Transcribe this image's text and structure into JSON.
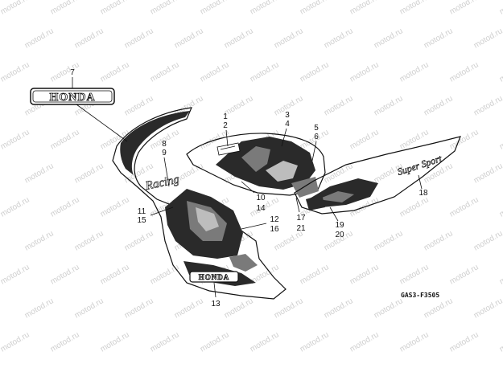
{
  "watermark": "motod.ru",
  "logo_top_text": "HONDA",
  "logo_bottom_text": "HONDA",
  "script_front": "Racing",
  "script_tail": "Super Sport",
  "diagram_code": "GAS3-F3505",
  "callouts": {
    "n1": "1",
    "n2": "2",
    "n3": "3",
    "n4": "4",
    "n5": "5",
    "n6": "6",
    "n7": "7",
    "n8": "8",
    "n9": "9",
    "n10": "10",
    "n11": "11",
    "n12": "12",
    "n13": "13",
    "n14": "14",
    "n15": "15",
    "n16": "16",
    "n17": "17",
    "n18": "18",
    "n19": "19",
    "n20": "20",
    "n21": "21"
  }
}
